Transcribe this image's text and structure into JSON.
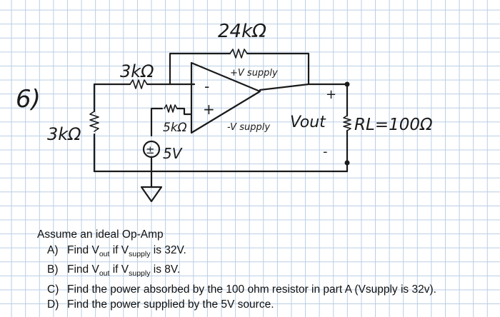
{
  "problem_number": "6)",
  "circuit": {
    "feedback_resistor": "24kΩ",
    "input_resistor": "3kΩ",
    "shunt_resistor": "3kΩ",
    "noninv_resistor": "5kΩ",
    "source": "5V",
    "source_sign": "±",
    "pos_supply": "+V supply",
    "neg_supply": "-V supply",
    "inv_sign": "-",
    "noninv_sign": "+",
    "vout_label": "Vout",
    "vout_plus": "+",
    "vout_minus": "-",
    "load": "RL=100Ω"
  },
  "questions": {
    "intro": "Assume an ideal Op-Amp",
    "a": {
      "letter": "A)",
      "pre": "Find V",
      "sub1": "out",
      "mid": " if V",
      "sub2": "supply",
      "post": " is 32V."
    },
    "b": {
      "letter": "B)",
      "pre": "Find V",
      "sub1": "out",
      "mid": " if V",
      "sub2": "supply",
      "post": " is 8V."
    },
    "c": {
      "letter": "C)",
      "text": "Find the power absorbed by the 100 ohm resistor in part A (Vsupply is 32v)."
    },
    "d": {
      "letter": "D)",
      "text": "Find the power supplied by the 5V source."
    }
  }
}
